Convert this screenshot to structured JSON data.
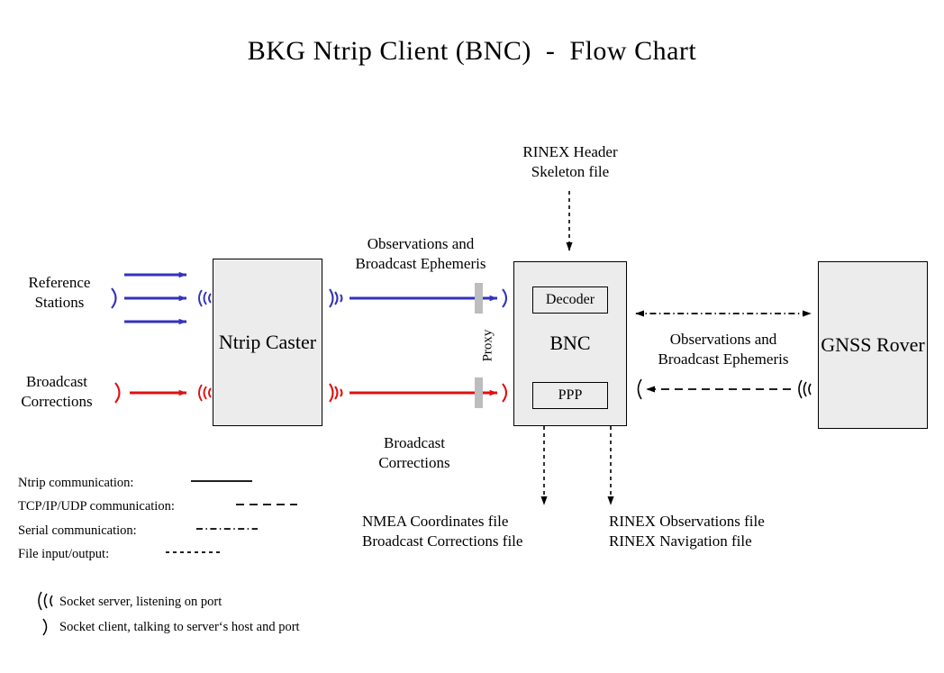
{
  "title": "BKG Ntrip Client (BNC)  -  Flow Chart",
  "colors": {
    "blue": "#3333bb",
    "red": "#e01010",
    "box_fill": "#ececec",
    "box_border": "#000000",
    "proxy_bar": "#bdbdbd",
    "black": "#000000"
  },
  "nodes": {
    "ntrip_caster": "Ntrip\nCaster",
    "bnc": "BNC",
    "decoder": "Decoder",
    "ppp": "PPP",
    "gnss_rover": "GNSS\nRover"
  },
  "labels": {
    "reference_stations": "Reference\nStations",
    "broadcast_corrections_left": "Broadcast\nCorrections",
    "observations_and_ephemeris_top": "Observations and\nBroadcast Ephemeris",
    "broadcast_corrections_mid": "Broadcast\nCorrections",
    "proxy": "Proxy",
    "rinex_header_skeleton": "RINEX Header\nSkeleton file",
    "observations_and_ephemeris_right": "Observations and\nBroadcast Ephemeris",
    "nmea_outputs": "NMEA Coordinates file\nBroadcast Corrections file",
    "rinex_outputs": "RINEX Observations file\nRINEX Navigation file"
  },
  "legend": {
    "lines": [
      {
        "label": "Ntrip communication:",
        "style": "solid"
      },
      {
        "label": "TCP/IP/UDP communication:",
        "style": "dashed"
      },
      {
        "label": "Serial communication:",
        "style": "dashdot"
      },
      {
        "label": "File input/output:",
        "style": "dotted"
      }
    ],
    "sockets": [
      {
        "symbol": "socket-server-icon",
        "label": "Socket server, listening on port"
      },
      {
        "symbol": "socket-client-icon",
        "label": "Socket client, talking to server‘s host and port"
      }
    ]
  }
}
